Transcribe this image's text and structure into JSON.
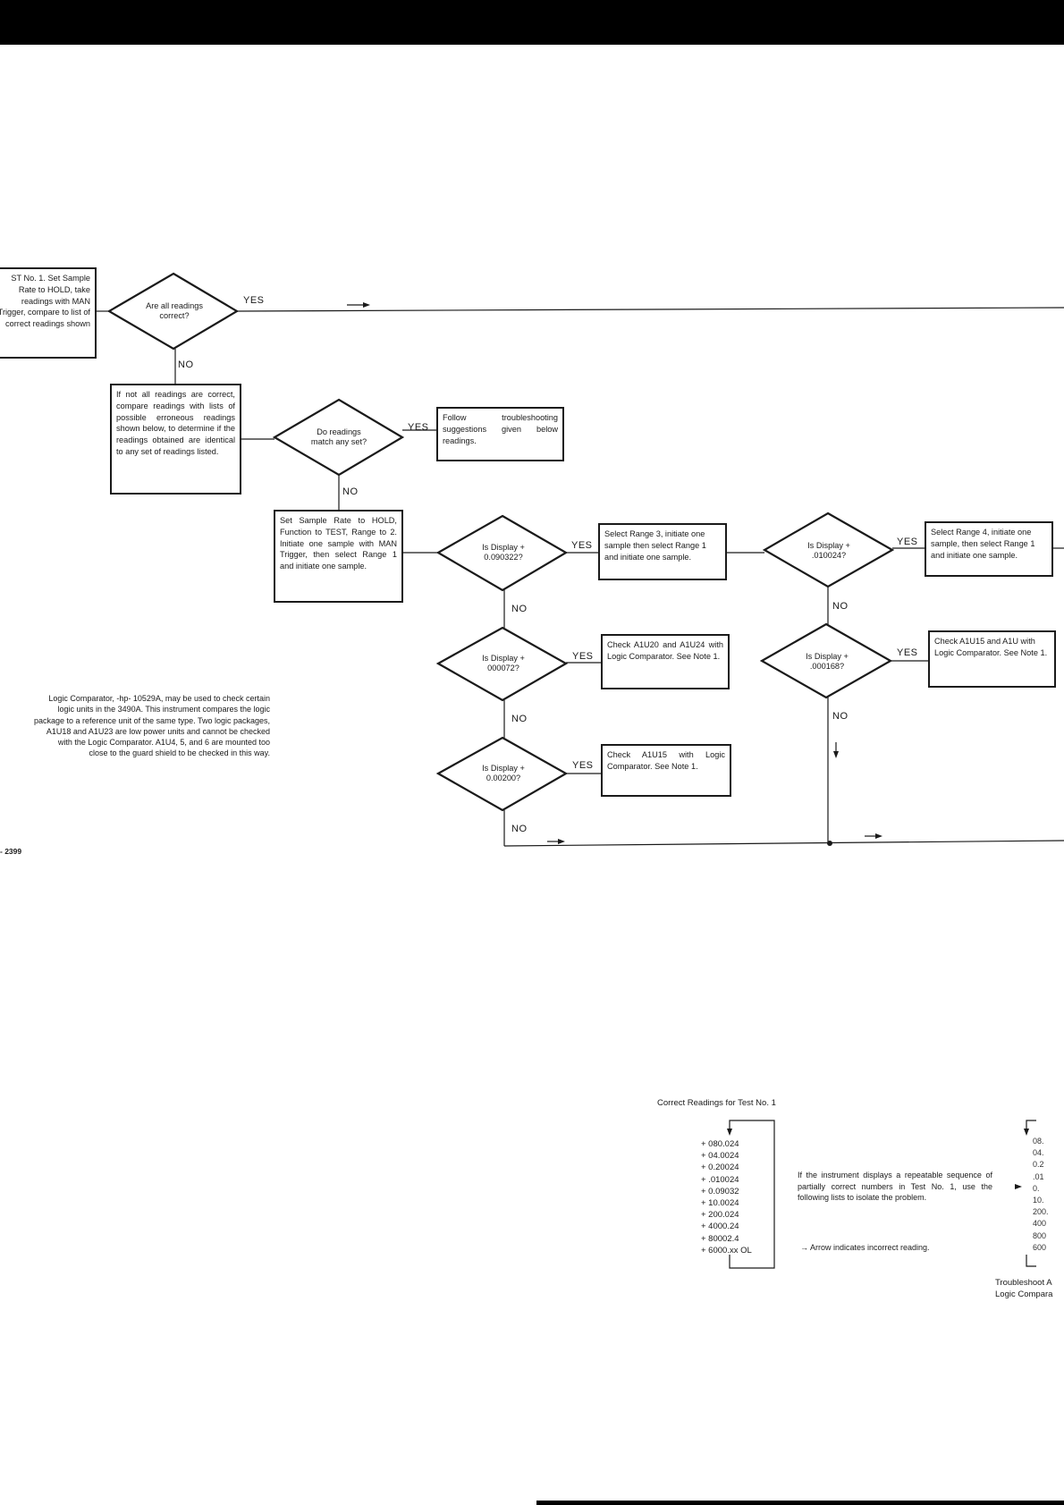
{
  "flowchart": {
    "box_start": "ST No. 1. Set Sample Rate to HOLD, take readings with MAN Trigger, compare to list of correct readings shown",
    "d_all_correct": "Are all readings correct?",
    "box_compare": "If not all readings are correct, compare readings with lists of possible erroneous readings shown below, to determine if the readings obtained are identical to any set of readings listed.",
    "d_match": "Do readings match any set?",
    "box_follow": "Follow troubleshooting suggestions given below readings.",
    "box_set_sample": "Set Sample Rate to HOLD, Function to TEST, Range to 2. Initiate one sample with MAN Trigger, then select Range 1 and initiate one sample.",
    "d_090322": "Is Display + 0.090322?",
    "box_range3": "Select Range 3, initiate one sample then select Range 1 and initiate one sample.",
    "d_010024": "Is Display + .010024?",
    "box_range4": "Select Range 4, initiate one sample, then select Range 1 and initiate one sample.",
    "d_000072": "Is Display + 000072?",
    "box_u20_u24": "Check A1U20 and A1U24 with Logic Comparator. See Note 1.",
    "d_000168": "Is Display + .000168?",
    "box_u15_right": "Check A1U15 and A1U with Logic Comparator. See Note 1.",
    "d_00200": "Is Display + 0.00200?",
    "box_u15": "Check A1U15 with Logic Comparator. See Note 1.",
    "yes": "YES",
    "no": "NO"
  },
  "note": {
    "lines": [
      "Logic Comparator, -hp- 10529A, may be used to check certain",
      "logic units in the 3490A. This instrument compares the logic",
      "package to a reference unit of the same type. Two logic packages,",
      "A1U18 and A1U23 are low power units and cannot be checked",
      "with the Logic Comparator. A1U4, 5, and 6 are mounted too",
      "close to the guard shield to be checked in this way."
    ],
    "page_number": "- 2399"
  },
  "readings": {
    "title": "Correct Readings for Test No. 1",
    "values": [
      "+ 080.024",
      "+ 04.0024",
      "+ 0.20024",
      "+ .010024",
      "+ 0.09032",
      "+ 10.0024",
      "+ 200.024",
      "+ 4000.24",
      "+ 80002.4",
      "+ 6000.xx OL"
    ],
    "description": "If the instrument displays a repeatable sequence of partially correct numbers in Test No. 1, use the following lists to isolate the problem.",
    "arrow_note": "→ Arrow indicates incorrect reading.",
    "right_fragments": [
      "08.",
      "04.",
      "0.2",
      ".01",
      "0.",
      "10.",
      "200.",
      "400",
      "800",
      "600"
    ],
    "caption_lines": [
      "Troubleshoot A",
      "Logic Compara"
    ]
  }
}
